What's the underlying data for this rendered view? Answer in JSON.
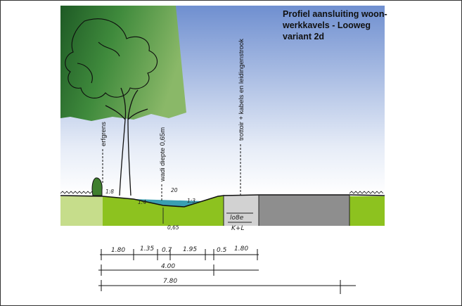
{
  "title": {
    "line1": "Profiel aansluiting woon-",
    "line2": "werkkavels - Looweg",
    "line3": "variant 2d"
  },
  "annotations": {
    "erfgrens": "erfgrens",
    "wadi": "wadi diepte 0,65m",
    "trottoir": "trottoir + kabels en leidingenstrook"
  },
  "section_marks": {
    "left_slope": "1:8",
    "wadi_left": "1:4",
    "wadi_top": "20",
    "wadi_right": "1:3",
    "wadi_depth": "0,65",
    "cable_top": "lo8e",
    "cable_bottom": "K+L"
  },
  "dimensions": {
    "row1": [
      "1.80",
      "1.35",
      "0.7",
      "1.95",
      "0.5",
      "1.80"
    ],
    "row2": "4.00",
    "row3": "7.80"
  },
  "colors": {
    "sky_top": "#6f8fd0",
    "sky_bottom": "#ffffff",
    "tree_dark": "#1e5a25",
    "tree_light": "#8ab868",
    "grass": "#8dc21f",
    "grass_pale": "#c6dd8b",
    "water": "#3a9fb2",
    "pavement": "#d2d2d2",
    "road": "#8e8e8e"
  }
}
